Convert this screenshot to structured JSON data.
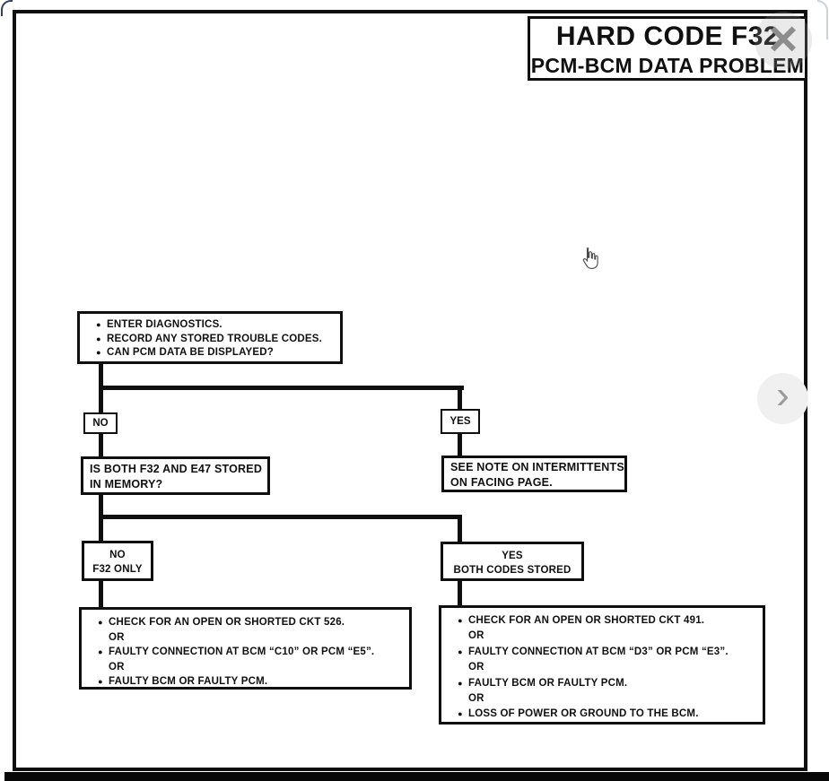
{
  "header": {
    "title_line1": "HARD CODE F32",
    "title_line2": "PCM-BCM DATA PROBLEM"
  },
  "icons": {
    "close": "×",
    "next": "›",
    "bullet": "●"
  },
  "flowchart": {
    "start": {
      "items": [
        "ENTER DIAGNOSTICS.",
        "RECORD ANY STORED TROUBLE CODES.",
        "CAN PCM DATA BE DISPLAYED?"
      ]
    },
    "no_label": "NO",
    "yes_label": "YES",
    "question_no": {
      "line1": "IS BOTH F32 AND E47 STORED",
      "line2": "IN MEMORY?"
    },
    "note_yes": {
      "line1": "SEE NOTE ON INTERMITTENTS",
      "line2": "ON FACING PAGE."
    },
    "branch_no": {
      "line1": "NO",
      "line2": "F32 ONLY"
    },
    "branch_yes": {
      "line1": "YES",
      "line2": "BOTH CODES STORED"
    },
    "result_left": {
      "items": [
        "CHECK FOR AN OPEN OR SHORTED CKT 526.",
        "OR",
        "FAULTY CONNECTION AT BCM “C10” OR PCM “E5”.",
        "OR",
        "FAULTY BCM OR FAULTY PCM."
      ]
    },
    "result_right": {
      "items": [
        "CHECK FOR AN OPEN OR SHORTED CKT 491.",
        "OR",
        "FAULTY CONNECTION AT BCM “D3” OR PCM “E3”.",
        "OR",
        "FAULTY BCM OR FAULTY PCM.",
        "OR",
        "LOSS OF POWER OR GROUND TO THE BCM."
      ]
    }
  },
  "colors": {
    "ink": "#0f0f0f",
    "close_gray": "#8d8d8d",
    "next_gray": "#9b9b9b",
    "corner_blue": "#33406a"
  }
}
